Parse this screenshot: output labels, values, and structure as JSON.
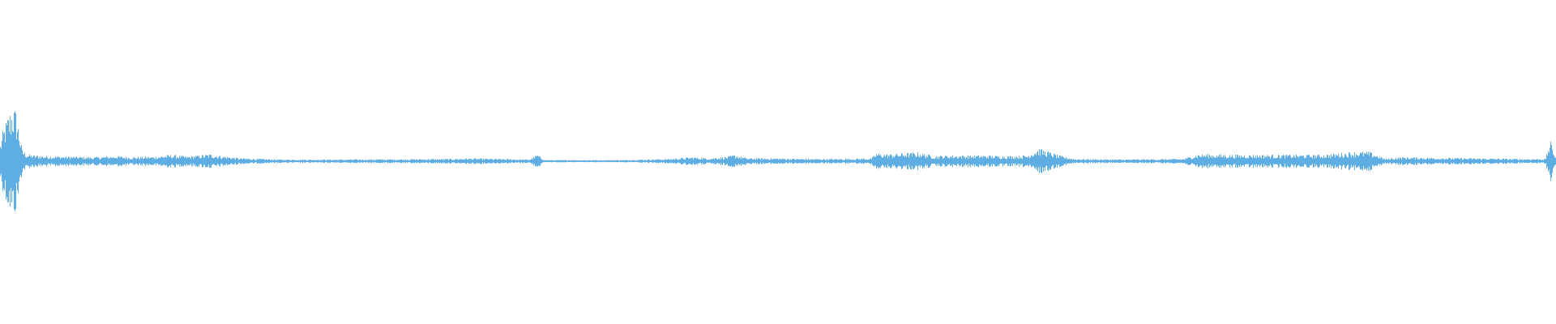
{
  "waveform": {
    "color": "#5faee3",
    "background": "#ffffff",
    "envelope_keypoints": [
      [
        0.0,
        0.3
      ],
      [
        0.002,
        0.55
      ],
      [
        0.005,
        0.78
      ],
      [
        0.008,
        0.95
      ],
      [
        0.01,
        0.86
      ],
      [
        0.012,
        0.55
      ],
      [
        0.014,
        0.2
      ],
      [
        0.017,
        0.12
      ],
      [
        0.022,
        0.1
      ],
      [
        0.03,
        0.09
      ],
      [
        0.045,
        0.08
      ],
      [
        0.06,
        0.07
      ],
      [
        0.075,
        0.09
      ],
      [
        0.085,
        0.07
      ],
      [
        0.1,
        0.08
      ],
      [
        0.11,
        0.11
      ],
      [
        0.12,
        0.08
      ],
      [
        0.135,
        0.12
      ],
      [
        0.145,
        0.08
      ],
      [
        0.155,
        0.05
      ],
      [
        0.18,
        0.03
      ],
      [
        0.22,
        0.03
      ],
      [
        0.29,
        0.04
      ],
      [
        0.3,
        0.05
      ],
      [
        0.34,
        0.03
      ],
      [
        0.345,
        0.11
      ],
      [
        0.35,
        0.02
      ],
      [
        0.4,
        0.02
      ],
      [
        0.43,
        0.04
      ],
      [
        0.445,
        0.07
      ],
      [
        0.455,
        0.05
      ],
      [
        0.468,
        0.08
      ],
      [
        0.472,
        0.11
      ],
      [
        0.48,
        0.05
      ],
      [
        0.5,
        0.05
      ],
      [
        0.52,
        0.04
      ],
      [
        0.54,
        0.04
      ],
      [
        0.56,
        0.05
      ],
      [
        0.563,
        0.14
      ],
      [
        0.57,
        0.12
      ],
      [
        0.59,
        0.15
      ],
      [
        0.6,
        0.09
      ],
      [
        0.61,
        0.1
      ],
      [
        0.618,
        0.1
      ],
      [
        0.63,
        0.1
      ],
      [
        0.65,
        0.09
      ],
      [
        0.66,
        0.1
      ],
      [
        0.667,
        0.22
      ],
      [
        0.672,
        0.18
      ],
      [
        0.68,
        0.1
      ],
      [
        0.69,
        0.04
      ],
      [
        0.72,
        0.03
      ],
      [
        0.76,
        0.04
      ],
      [
        0.77,
        0.12
      ],
      [
        0.79,
        0.11
      ],
      [
        0.82,
        0.11
      ],
      [
        0.85,
        0.11
      ],
      [
        0.87,
        0.16
      ],
      [
        0.88,
        0.16
      ],
      [
        0.89,
        0.04
      ],
      [
        0.9,
        0.07
      ],
      [
        0.92,
        0.06
      ],
      [
        0.95,
        0.05
      ],
      [
        0.98,
        0.04
      ],
      [
        0.993,
        0.04
      ],
      [
        0.996,
        0.35
      ],
      [
        0.998,
        0.2
      ],
      [
        1.0,
        0.05
      ]
    ]
  }
}
